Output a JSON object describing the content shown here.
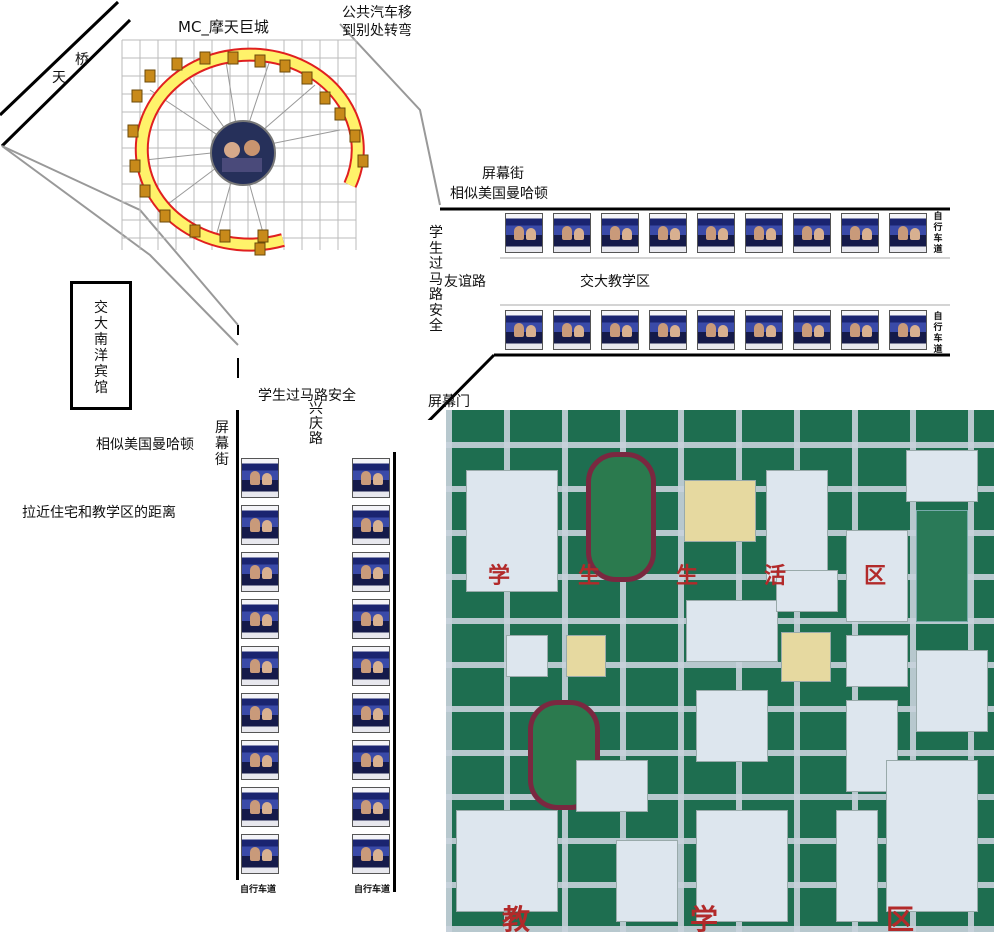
{
  "labels": {
    "title": "MC_摩天巨城",
    "bus": "公共汽车移到别处转弯",
    "bridge_qiao": "桥",
    "bridge_tian": "天",
    "hotel": "交大南洋宾馆",
    "screen_street": "屏幕街",
    "manhattan": "相似美国曼哈顿",
    "crossing": "学生过马路安全",
    "youyi_road": "友谊路",
    "teaching_area": "交大教学区",
    "bike_lane": "自行车道",
    "screen_gate": "屏幕门",
    "crossing2": "学生过马路安全",
    "xingqing_road": "兴庆路",
    "screen_street_left": "屏幕街",
    "manhattan_left": "相似美国曼哈顿",
    "distance": "拉近住宅和教学区的距离",
    "bike_lane_left": "自行车道",
    "bike_lane_right": "自行车道"
  },
  "map_text": {
    "zone1": "学",
    "zone2": "生",
    "zone3": "生",
    "zone4": "活",
    "zone5": "区",
    "zone6": "教",
    "zone7": "学",
    "zone8": "区"
  },
  "colors": {
    "ring_fill": "#fff26a",
    "ring_stroke": "#e02020",
    "pod": "#c88a1a",
    "map_green": "#1e6e50"
  }
}
